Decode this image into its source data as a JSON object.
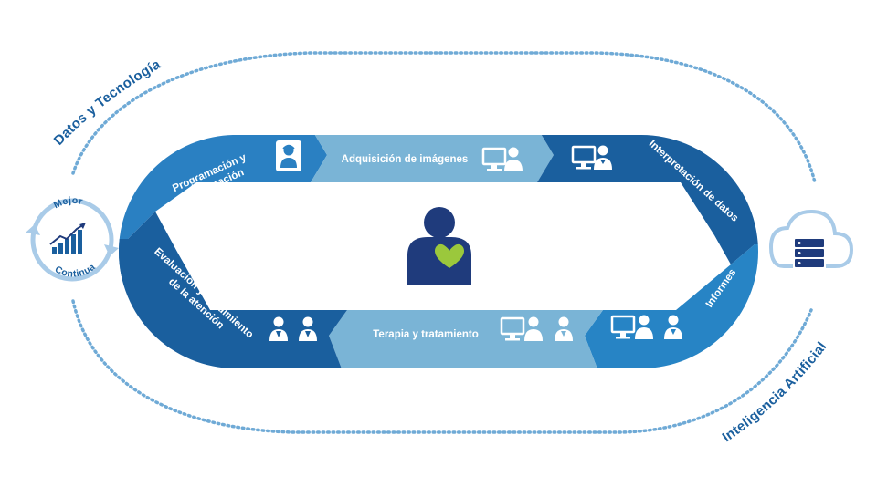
{
  "outer_labels": {
    "top": "Datos y Tecnología",
    "bottom": "Inteligencia Artificial"
  },
  "improvement": {
    "top_word": "Mejor",
    "bottom_word": "Continua",
    "icon": "bar-chart-trend-icon"
  },
  "cloud": {
    "icon": "cloud-server-icon"
  },
  "center": {
    "icon": "patient-heart-icon"
  },
  "stages": [
    {
      "label_lines": [
        "Programación y",
        "preparación"
      ],
      "icon": "receptionist-icon"
    },
    {
      "label_lines": [
        "Adquisición de imágenes"
      ],
      "icon": "monitor-technician-icon"
    },
    {
      "label_lines": [
        "Interpretación de datos"
      ],
      "icon": "monitor-doctor-icon"
    },
    {
      "label_lines": [
        "Informes"
      ],
      "icon": "monitor-doctors-icon"
    },
    {
      "label_lines": [
        "Terapia y tratamiento"
      ],
      "icon": "monitor-doctors-icon"
    },
    {
      "label_lines": [
        "Evaluación y seguimiento",
        "de la atención"
      ],
      "icon": "doctors-pair-icon"
    }
  ],
  "colors": {
    "dark_blue": "#1a5f9e",
    "mid_blue": "#2784c5",
    "light_blue": "#7ab4d6",
    "navy": "#1f3b7c",
    "heart_green": "#9bc83c",
    "dots": "#6faad6",
    "pale": "#a9cbe8"
  }
}
